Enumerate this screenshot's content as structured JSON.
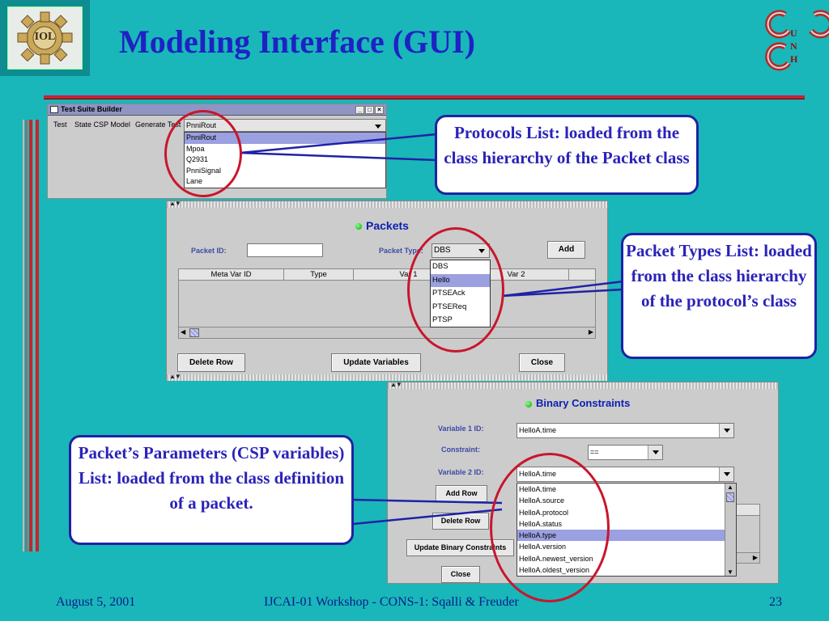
{
  "slide": {
    "title": "Modeling Interface (GUI)",
    "left_logo_text": "IOL",
    "right_logo_letters": [
      "U",
      "N",
      "H"
    ],
    "footer": {
      "date": "August 5, 2001",
      "center": "IJCAI-01 Workshop - CONS-1: Sqalli & Freuder",
      "page": "23"
    },
    "colors": {
      "background": "#19B7B9",
      "title": "#1E22C4",
      "callout_border": "#1F22A5",
      "ring": "#C8162C",
      "rule": "#C2272D"
    }
  },
  "test_suite_window": {
    "title": "Test Suite Builder",
    "window_buttons": [
      "_",
      "□",
      "×"
    ],
    "menu": [
      "Test",
      "State CSP Model",
      "Generate Test"
    ],
    "protocol_dropdown": {
      "selected": "PnniRout",
      "options": [
        "PnniRout",
        "Mpoa",
        "Q2931",
        "PnniSignal",
        "Lane"
      ],
      "highlighted": "PnniRout"
    }
  },
  "packets_panel": {
    "title": "Packets",
    "packet_id_label": "Packet ID:",
    "packet_id_value": "",
    "packet_type_label": "Packet Type:",
    "packet_type_dropdown": {
      "selected": "DBS",
      "options": [
        "DBS",
        "Hello",
        "PTSEAck",
        "PTSEReq",
        "PTSP"
      ],
      "highlighted": "Hello"
    },
    "add_button": "Add",
    "table_columns": [
      "Meta Var ID",
      "Type",
      "Var 1",
      "Var 2"
    ],
    "buttons": [
      "Delete Row",
      "Update Variables",
      "Close"
    ]
  },
  "binary_panel": {
    "title": "Binary Constraints",
    "var1_label": "Variable 1 ID:",
    "var1_value": "HelloA.time",
    "constraint_label": "Constraint:",
    "constraint_value": "==",
    "var2_label": "Variable 2 ID:",
    "var2_value": "HelloA.time",
    "var2_options": [
      "HelloA.time",
      "HelloA.source",
      "HelloA.protocol",
      "HelloA.status",
      "HelloA.type",
      "HelloA.version",
      "HelloA.newest_version",
      "HelloA.oldest_version"
    ],
    "var2_highlighted": "HelloA.type",
    "buttons": {
      "add_row": "Add Row",
      "delete_row": "Delete Row",
      "update": "Update Binary Constraints",
      "close": "Close"
    }
  },
  "callouts": {
    "protocols": "Protocols List: loaded from the class hierarchy of the Packet class",
    "packet_types": "Packet Types List: loaded from the class hierarchy of the protocol’s class",
    "parameters": "Packet’s Parameters (CSP variables) List: loaded from the class definition of a packet."
  }
}
